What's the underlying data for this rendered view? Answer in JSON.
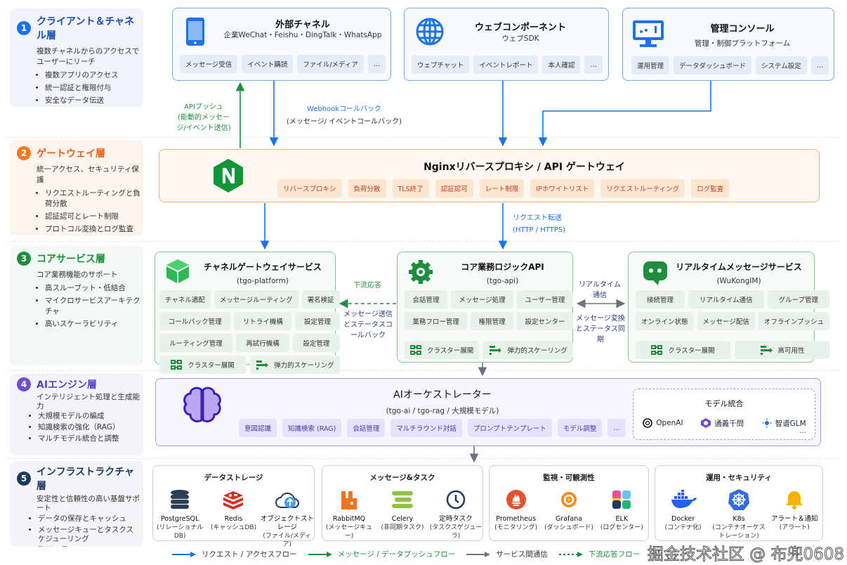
{
  "colors": {
    "blue": "#1a73e8",
    "orange": "#f07a20",
    "green": "#1e8e3e",
    "purple": "#6c4fd6",
    "navy": "#1f3a5f",
    "gray": "#6b7280"
  },
  "layers": [
    {
      "num": "1",
      "title": "クライアント＆チャネル層",
      "desc": "複数チャネルからのアクセスでユーザーにリーチ",
      "bullets": [
        "複数アプリのアクセス",
        "統一認証と権限付与",
        "安全なデータ伝送"
      ]
    },
    {
      "num": "2",
      "title": "ゲートウェイ層",
      "desc": "統一アクセス、セキュリティ保護",
      "bullets": [
        "リクエストルーティングと負荷分散",
        "認証認可とレート制限",
        "プロトコル変換とログ監査"
      ]
    },
    {
      "num": "3",
      "title": "コアサービス層",
      "desc": "コア業務機能のサポート",
      "bullets": [
        "高スループット・低結合",
        "マイクロサービスアーキテクチャ",
        "高いスケーラビリティ"
      ]
    },
    {
      "num": "4",
      "title": "AIエンジン層",
      "desc": "インテリジェント処理と生成能力",
      "bullets": [
        "大規模モデルの編成",
        "知識検索の強化（RAG）",
        "マルチモデル統合と調整"
      ]
    },
    {
      "num": "5",
      "title": "インフラストラクチャ層",
      "desc": "安定性と信頼性の高い基盤サポート",
      "bullets": [
        "データの保存とキャッシュ",
        "メッセージキューとタスクスケジューリング",
        "監視・運用とセキュリティ"
      ]
    }
  ],
  "clients": [
    {
      "icon": "smartphone-icon",
      "title": "外部チャネル",
      "sub": "企業WeChat・Feishu・DingTalk・WhatsApp",
      "chips": [
        "メッセージ受信",
        "イベント購読",
        "ファイル/メディア",
        "…"
      ]
    },
    {
      "icon": "globe-icon",
      "title": "ウェブコンポーネント",
      "sub": "ウェブSDK",
      "chips": [
        "ウェブチャット",
        "イベントレポート",
        "本人確認",
        "…"
      ]
    },
    {
      "icon": "monitor-icon",
      "title": "管理コンソール",
      "sub": "管理・制御プラットフォーム",
      "chips": [
        "運用管理",
        "データダッシュボード",
        "システム設定",
        "…"
      ]
    }
  ],
  "gateway": {
    "title": "Nginxリバースプロキシ / API ゲートウェイ",
    "chips": [
      "リバースプロキシ",
      "負荷分散",
      "TLS終了",
      "認証認可",
      "レート制限",
      "IPホワイトリスト",
      "リクエストルーティング",
      "ログ監査"
    ]
  },
  "services": [
    {
      "icon": "cube-icon",
      "title": "チャネルゲートウェイサービス",
      "sub": "(tgo-platform)",
      "rows": [
        [
          "チャネル適配",
          "メッセージルーティング",
          "署名検証"
        ],
        [
          "コールバック管理",
          "リトライ機構",
          "設定管理"
        ],
        [
          "ルーティング管理",
          "再試行機構",
          "設定管理"
        ]
      ],
      "footer": [
        "クラスター展開",
        "弾力的スケーリング"
      ]
    },
    {
      "icon": "gear-icon",
      "title": "コア業務ロジックAPI",
      "sub": "(tgo-api)",
      "rows": [
        [
          "会話管理",
          "メッセージ処理",
          "ユーザー管理"
        ],
        [
          "業務フロー管理",
          "権限管理",
          "設定センター"
        ]
      ],
      "footer": [
        "クラスター展開",
        "弾力的スケーリング"
      ]
    },
    {
      "icon": "chat-icon",
      "title": "リアルタイムメッセージサービス",
      "sub": "(WuKongIM)",
      "rows": [
        [
          "接続管理",
          "リアルタイム通信",
          "グループ管理"
        ],
        [
          "オンライン状態",
          "メッセージ配信",
          "オフラインプッシュ"
        ]
      ],
      "footer": [
        "クラスター展開",
        "高可用性"
      ]
    }
  ],
  "ai": {
    "title": "AIオーケストレーター",
    "sub": "(tgo-ai / tgo-rag / 大規模モデル)",
    "chips": [
      "意図認識",
      "知識検索 (RAG)",
      "会話管理",
      "マルチラウンド対話",
      "プロンプトテンプレート",
      "モデル調整",
      "…"
    ],
    "models_title": "モデル統合",
    "models": [
      "OpenAI",
      "通義千問",
      "智谱GLM"
    ],
    "more": "..."
  },
  "infra": [
    {
      "title": "データストレージ",
      "items": [
        {
          "icon": "database-icon",
          "name": "PostgreSQL",
          "sub": "(リレーショナルDB)"
        },
        {
          "icon": "redis-icon",
          "name": "Redis",
          "sub": "(キャッシュDB)"
        },
        {
          "icon": "cloud-upload-icon",
          "name": "オブジェクトストレージ",
          "sub": "(ファイル/メディア)"
        }
      ]
    },
    {
      "title": "メッセージ&タスク",
      "items": [
        {
          "icon": "rabbitmq-icon",
          "name": "RabbitMQ",
          "sub": "(メッセージキュー)"
        },
        {
          "icon": "celery-icon",
          "name": "Celery",
          "sub": "(非同期タスク)"
        },
        {
          "icon": "clock-icon",
          "name": "定時タスク",
          "sub": "(タスクスゲジューラ)"
        }
      ]
    },
    {
      "title": "監視・可観測性",
      "items": [
        {
          "icon": "prometheus-icon",
          "name": "Prometheus",
          "sub": "(モニタリング)"
        },
        {
          "icon": "grafana-icon",
          "name": "Grafana",
          "sub": "(ダッシュボード)"
        },
        {
          "icon": "elk-icon",
          "name": "ELK",
          "sub": "(ログセンター)"
        }
      ]
    },
    {
      "title": "運用・セキュリティ",
      "items": [
        {
          "icon": "docker-icon",
          "name": "Docker",
          "sub": "(コンテナ化)"
        },
        {
          "icon": "kubernetes-icon",
          "name": "K8s",
          "sub": "(コンテナオーケストレーション)"
        },
        {
          "icon": "bell-icon",
          "name": "アラート＆通知",
          "sub": "(アラート)"
        }
      ]
    }
  ],
  "flows": {
    "api_push": "APIプッシュ",
    "api_push_sub": "(能動的メッセージ/イベント送信)",
    "webhook": "Webhookコールバック",
    "webhook_sub": "(メッセージ/ イベントコールバック)",
    "forward": "リクエスト転送",
    "forward_sub": "(HTTP / HTTPS)",
    "downstream": "下流応答",
    "downstream_sub": "メッセージ送信とステータスコールバック",
    "realtime": "リアルタイム通信",
    "realtime_sub": "メッセージ変換とステータス同期"
  },
  "legend": [
    "リクエスト / アクセスフロー",
    "メッセージ / データプッシュフロー",
    "サービス間通信",
    "下流応答フロー"
  ],
  "watermark": "掘金技术社区 @ 布兜0608"
}
